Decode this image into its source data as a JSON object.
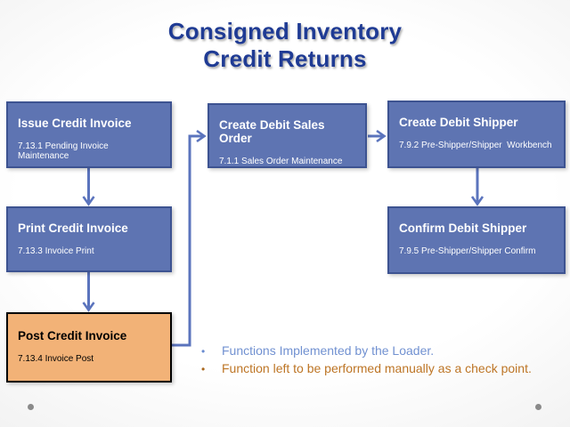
{
  "slide": {
    "title_line1": "Consigned Inventory",
    "title_line2": "Credit Returns"
  },
  "boxes": [
    {
      "title": "Issue Credit Invoice",
      "subtitle": "7.13.1 Pending Invoice Maintenance",
      "type": "loader"
    },
    {
      "title": "Print Credit Invoice",
      "subtitle": "7.13.3 Invoice Print",
      "type": "loader"
    },
    {
      "title": "Post Credit Invoice",
      "subtitle": "7.13.4 Invoice Post",
      "type": "manual"
    },
    {
      "title": "Create Debit Sales Order",
      "subtitle": "7.1.1 Sales Order Maintenance",
      "type": "loader"
    },
    {
      "title": "Create Debit Shipper",
      "subtitle": "7.9.2 Pre-Shipper/Shipper  Workbench",
      "type": "loader"
    },
    {
      "title": "Confirm Debit Shipper",
      "subtitle": "7.9.5 Pre-Shipper/Shipper Confirm",
      "type": "loader"
    }
  ],
  "legend": [
    {
      "text": "Functions Implemented by the Loader.",
      "color": "#7191d1"
    },
    {
      "text": "Function left to be performed manually as a check point.",
      "color": "#bd7525"
    }
  ],
  "colors": {
    "title_text": "#1f3b94",
    "loader_box_fill": "#5e74b2",
    "loader_box_border": "#3d5391",
    "manual_box_fill": "#f2b277",
    "manual_box_border": "#000000",
    "connector": "#5b74bd",
    "nav_dot": "#8a8a8a"
  }
}
